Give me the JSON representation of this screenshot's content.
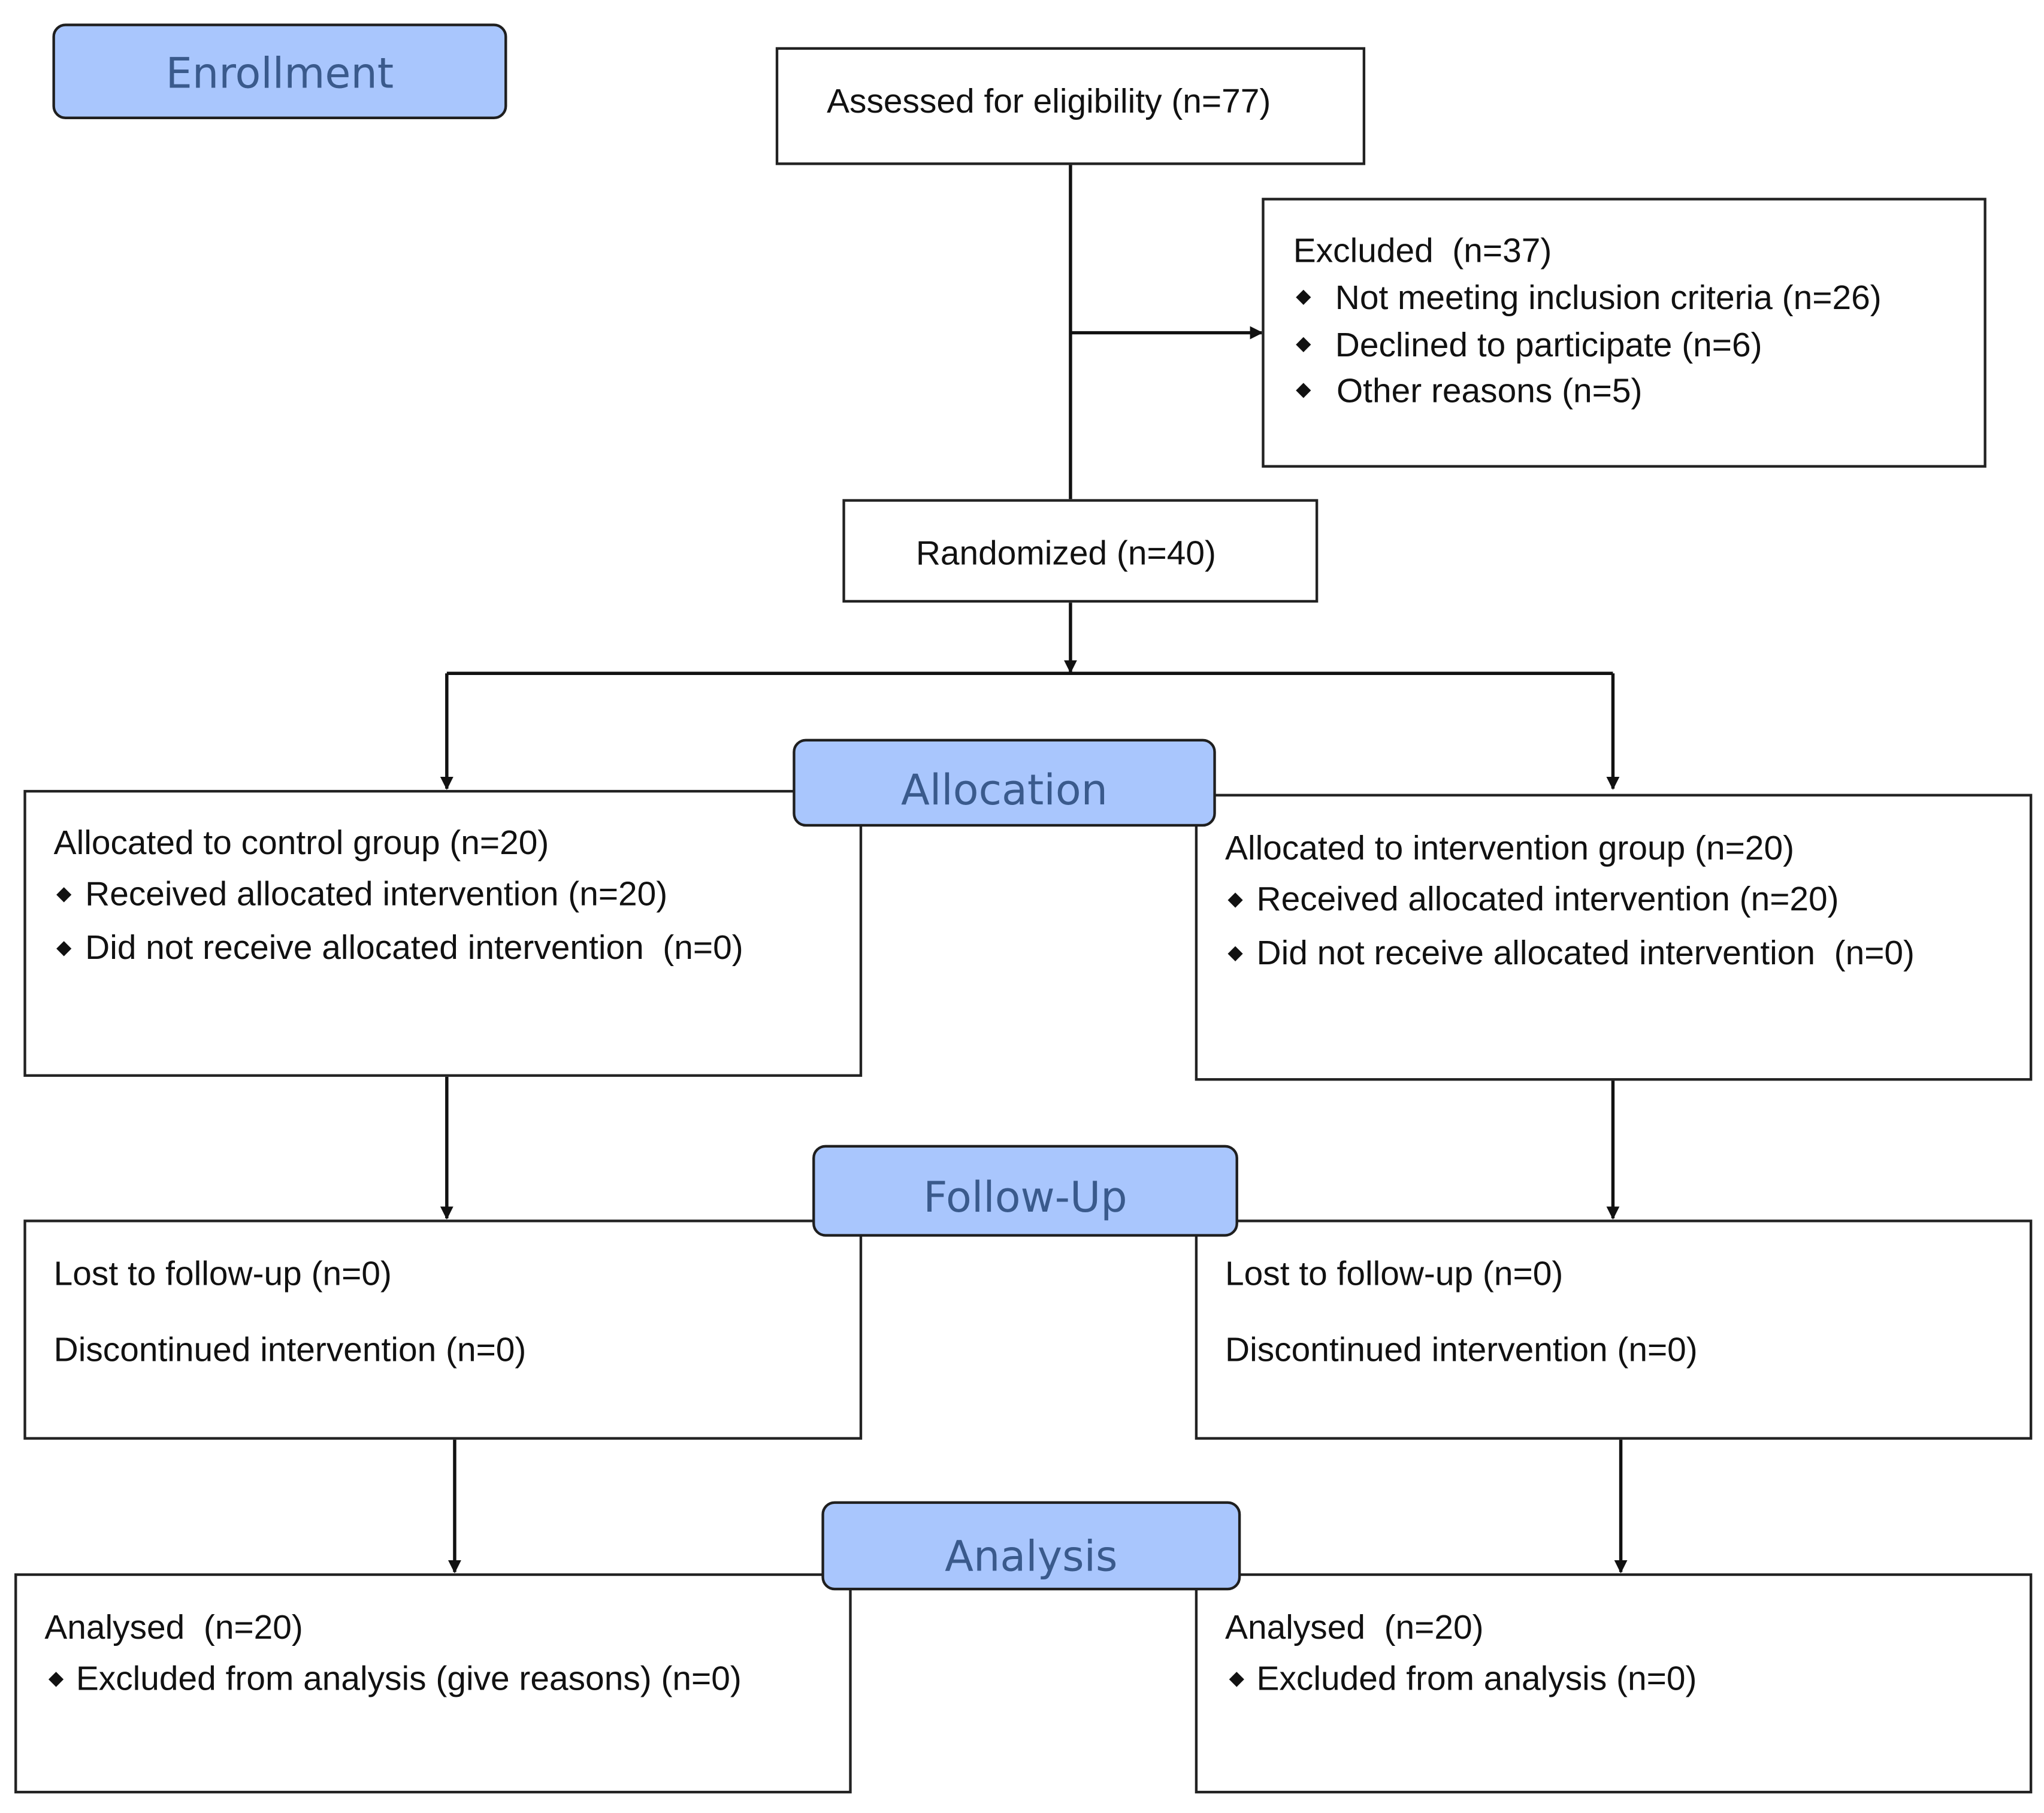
{
  "stages": {
    "enrollment": "Enrollment",
    "allocation": "Allocation",
    "follow_up": "Follow-Up",
    "analysis": "Analysis"
  },
  "assessed": {
    "text": "Assessed for eligibility (n=77)"
  },
  "excluded": {
    "title": "Excluded  (n=37)",
    "items": [
      "Not meeting inclusion criteria (n=26)",
      "Declined to participate (n=6)",
      "Other reasons (n=5)"
    ]
  },
  "randomized": {
    "text": "Randomized (n=40)"
  },
  "allocation": {
    "control": {
      "title": "Allocated to control group (n=20)",
      "items": [
        "Received allocated intervention (n=20)",
        "Did not receive allocated intervention  (n=0)"
      ]
    },
    "intervention": {
      "title": "Allocated to intervention group (n=20)",
      "items": [
        "Received allocated intervention (n=20)",
        "Did not receive allocated intervention  (n=0)"
      ]
    }
  },
  "follow_up": {
    "control": {
      "lost": "Lost to follow-up (n=0)",
      "discontinued": "Discontinued intervention (n=0)"
    },
    "intervention": {
      "lost": "Lost to follow-up (n=0)",
      "discontinued": "Discontinued intervention (n=0)"
    }
  },
  "analysis": {
    "control": {
      "title": "Analysed  (n=20)",
      "items": [
        "Excluded from analysis (give reasons) (n=0)"
      ]
    },
    "intervention": {
      "title": "Analysed  (n=20)",
      "items": [
        "Excluded from analysis (n=0)"
      ]
    }
  },
  "bullet_glyph": "◆",
  "colors": {
    "stage_fill": "#a9c6fd",
    "stage_text": "#3a5a8c",
    "line": "#111111"
  }
}
